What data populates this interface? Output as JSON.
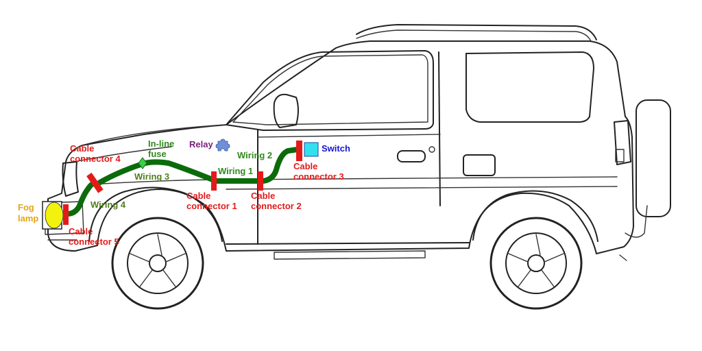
{
  "colors": {
    "wire": "#0b6b0b",
    "connector": "#e41a1a",
    "label_red": "#e41a1a",
    "label_green": "#2f8a1e",
    "label_olive": "#4f7f1a",
    "label_orange": "#e8a317",
    "label_blue": "#1515d0",
    "label_purple": "#7a1f7a",
    "switch_fill": "#33e0ee",
    "relay_fill": "#6f8fd6",
    "fuse_fill": "#38d048",
    "lamp_fill": "#f2f20c"
  },
  "labels": {
    "fog_lamp": [
      "Fog",
      "lamp"
    ],
    "cable_connector_5": [
      "Cable",
      "connector 5"
    ],
    "cable_connector_4": [
      "Cable",
      "connector 4"
    ],
    "cable_connector_1": [
      "Cable",
      "connector 1"
    ],
    "cable_connector_2": [
      "Cable",
      "connector 2"
    ],
    "cable_connector_3": [
      "Cable",
      "connector 3"
    ],
    "wiring_4": "Wiring 4",
    "wiring_3": "Wiring 3",
    "wiring_1": "Wiring 1",
    "wiring_2": "Wiring 2",
    "inline_fuse": [
      "In-line",
      "fuse"
    ],
    "relay": "Relay",
    "switch": "Switch"
  }
}
